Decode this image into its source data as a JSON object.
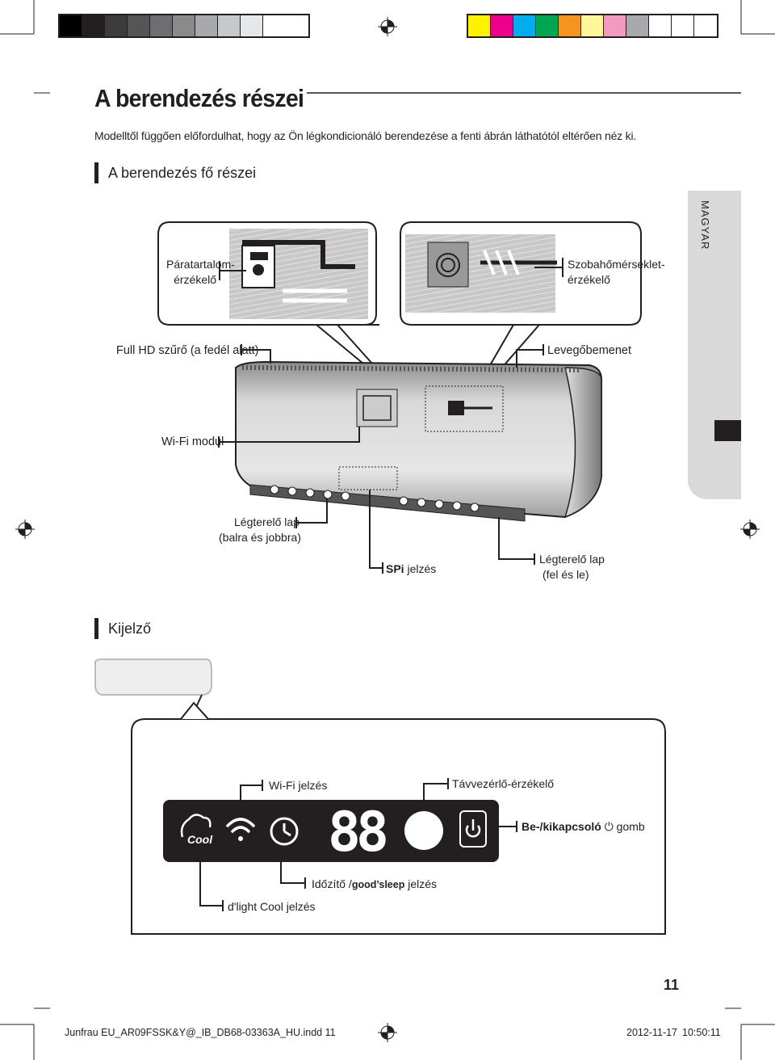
{
  "header": {
    "title": "A berendezés részei",
    "intro": "Modelltől függően előfordulhat, hogy az Ön légkondicionáló berendezése a fenti ábrán láthatótól eltérően néz ki.",
    "section_main": "A berendezés fő részei",
    "section_display": "Kijelző",
    "side_tab": "MAGYAR"
  },
  "unit_labels": {
    "humidity_sensor_1": "Páratartalom-",
    "humidity_sensor_2": "érzékelő",
    "room_temp_sensor_1": "Szobahőmérséklet-",
    "room_temp_sensor_2": "érzékelő",
    "filter": "Full HD szűrő (a fedél alatt)",
    "air_inlet": "Levegőbemenet",
    "wifi_module": "Wi-Fi modul",
    "louver_lr_1": "Légterelő lap",
    "louver_lr_2": "(balra és jobbra)",
    "spi_bold": "SPi",
    "spi_rest": " jelzés",
    "louver_ud_1": "Légterelő lap",
    "louver_ud_2": "(fel és le)"
  },
  "display_labels": {
    "wifi": "Wi-Fi jelzés",
    "remote_sensor": "Távvezérlő-érzékelő",
    "power_bold": "Be-/kikapcsoló",
    "power_rest": " gomb",
    "timer_prefix": "Időzítő /",
    "timer_bold": "good’sleep",
    "timer_suffix": " jelzés",
    "dlight": "d'light Cool jelzés",
    "cool_text": "Cool",
    "segment_digits": "88"
  },
  "page_number": "11",
  "footer": {
    "file": "Junfrau EU_AR09FSSK&Y@_IB_DB68-03363A_HU.indd   11",
    "date": "2012-11-17",
    "time": "10:50:11"
  },
  "colors": {
    "ink": "#231f20",
    "colorbar": [
      "#fff200",
      "#ec008c",
      "#00aeef",
      "#00a651",
      "#f7941d",
      "#fff799",
      "#f49ac1",
      "#a7a9ac"
    ],
    "graybar": [
      "#000000",
      "#231f20",
      "#3c3c3c",
      "#555555",
      "#6d6e71",
      "#8a8a8a",
      "#a7a9ac",
      "#c7c8ca",
      "#e6e7e8",
      "#ffffff"
    ]
  }
}
